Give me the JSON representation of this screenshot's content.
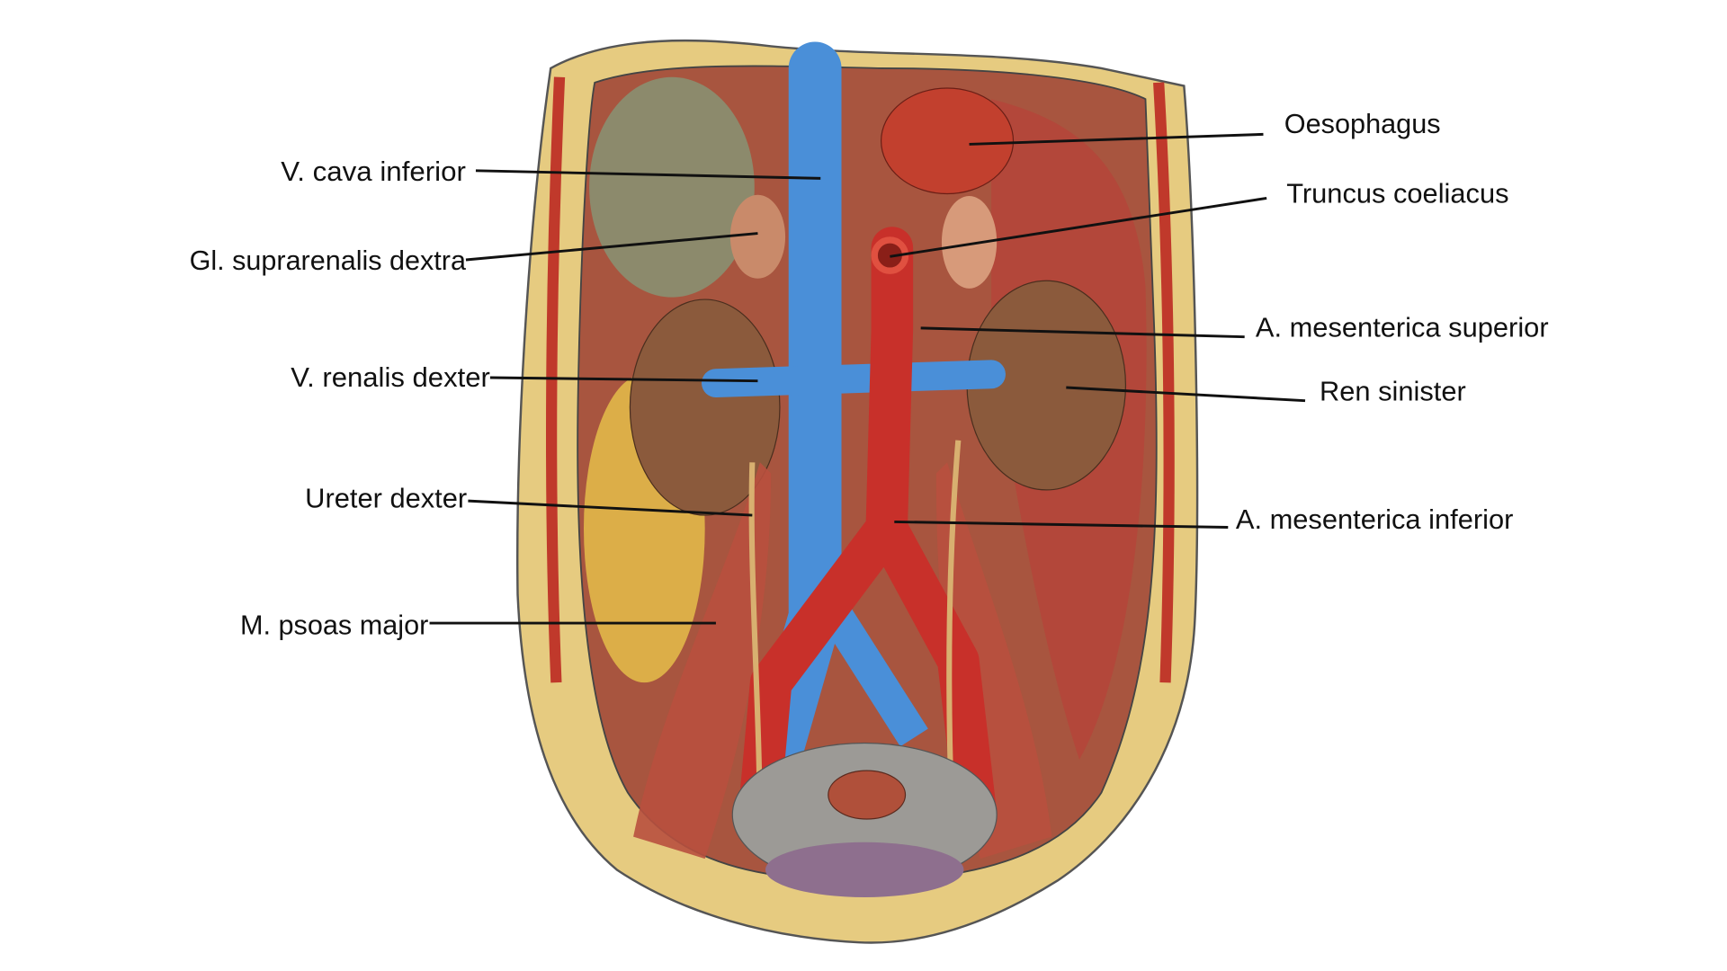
{
  "labels_left": [
    {
      "text": "V. cava inferior"
    },
    {
      "text": "Gl. suprarenalis dextra"
    },
    {
      "text": "V. renalis dexter"
    },
    {
      "text": "Ureter dexter"
    },
    {
      "text": "M. psoas major"
    }
  ],
  "labels_right": [
    {
      "text": "Oesophagus"
    },
    {
      "text": "Truncus coeliacus"
    },
    {
      "text": "A. mesenterica superior"
    },
    {
      "text": "Ren sinister"
    },
    {
      "text": "A. mesenterica inferior"
    }
  ],
  "colors": {
    "vein": "#4a8fd8",
    "artery": "#c8302a",
    "kidney": "#8b5a3c",
    "fat": "#dcae48",
    "wall": "#e6cb80"
  }
}
